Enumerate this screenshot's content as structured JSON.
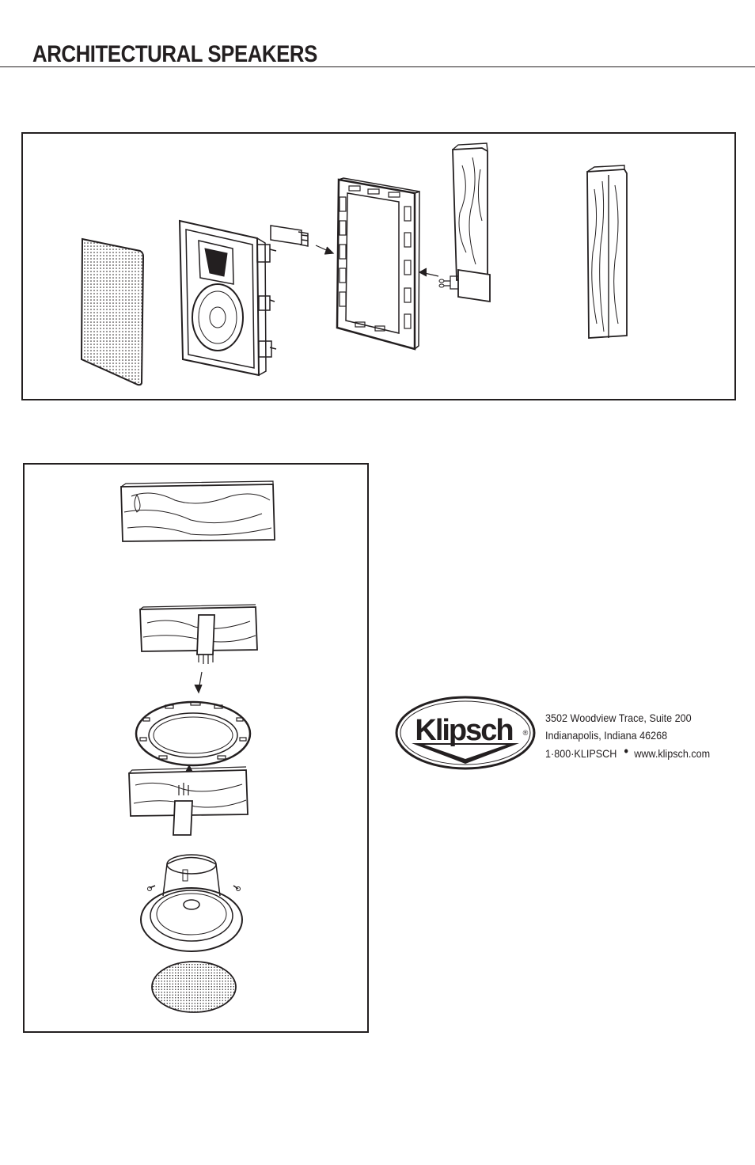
{
  "header": {
    "title": "ARCHITECTURAL SPEAKERS"
  },
  "brand": {
    "logo_text": "Klipsch",
    "registered": "®"
  },
  "contact": {
    "address_line1": "3502 Woodview Trace, Suite 200",
    "address_line2": "Indianapolis, Indiana 46268",
    "phone": "1·800·KLIPSCH",
    "separator": "•",
    "website": "www.klipsch.com"
  },
  "colors": {
    "ink": "#231f20",
    "paper": "#ffffff"
  }
}
